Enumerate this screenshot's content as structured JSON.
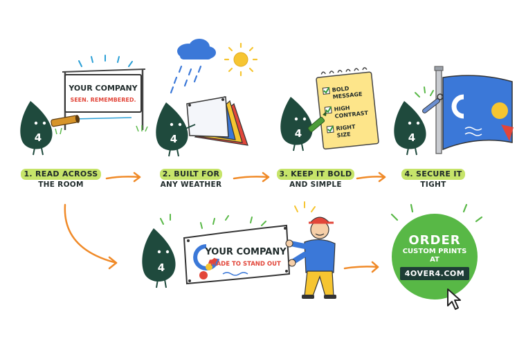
{
  "steps": [
    {
      "num_label": "1. READ ACROSS",
      "line2": "THE ROOM",
      "sign_line1": "YOUR COMPANY",
      "sign_line2": "SEEN. REMEMBERED."
    },
    {
      "num_label": "2. BUILT FOR",
      "line2": "ANY WEATHER"
    },
    {
      "num_label": "3. KEEP IT BOLD",
      "line2": "AND SIMPLE",
      "checklist": [
        "BOLD",
        "MESSAGE",
        "HIGH",
        "CONTRAST",
        "RIGHT",
        "SIZE"
      ]
    },
    {
      "num_label": "4. SECURE IT",
      "line2": "TIGHT"
    }
  ],
  "mascot_number": "4",
  "final_banner": {
    "line1": "YOUR COMPANY",
    "line2": "MADE TO STAND OUT"
  },
  "cta": {
    "title": "ORDER",
    "line1": "CUSTOM PRINTS",
    "line2": "AT",
    "url": "4OVER4.COM"
  },
  "colors": {
    "mascot": "#1f4a3d",
    "accent_green": "#58b846",
    "arrow_orange": "#f08a28",
    "label_highlight": "#c6e46a",
    "blue": "#3b78d8",
    "yellow": "#f6c531",
    "red": "#e2463a"
  },
  "icons": [
    "spyglass-icon",
    "rain-cloud-icon",
    "sun-icon",
    "crayon-icon",
    "pole-icon",
    "cursor-icon"
  ]
}
